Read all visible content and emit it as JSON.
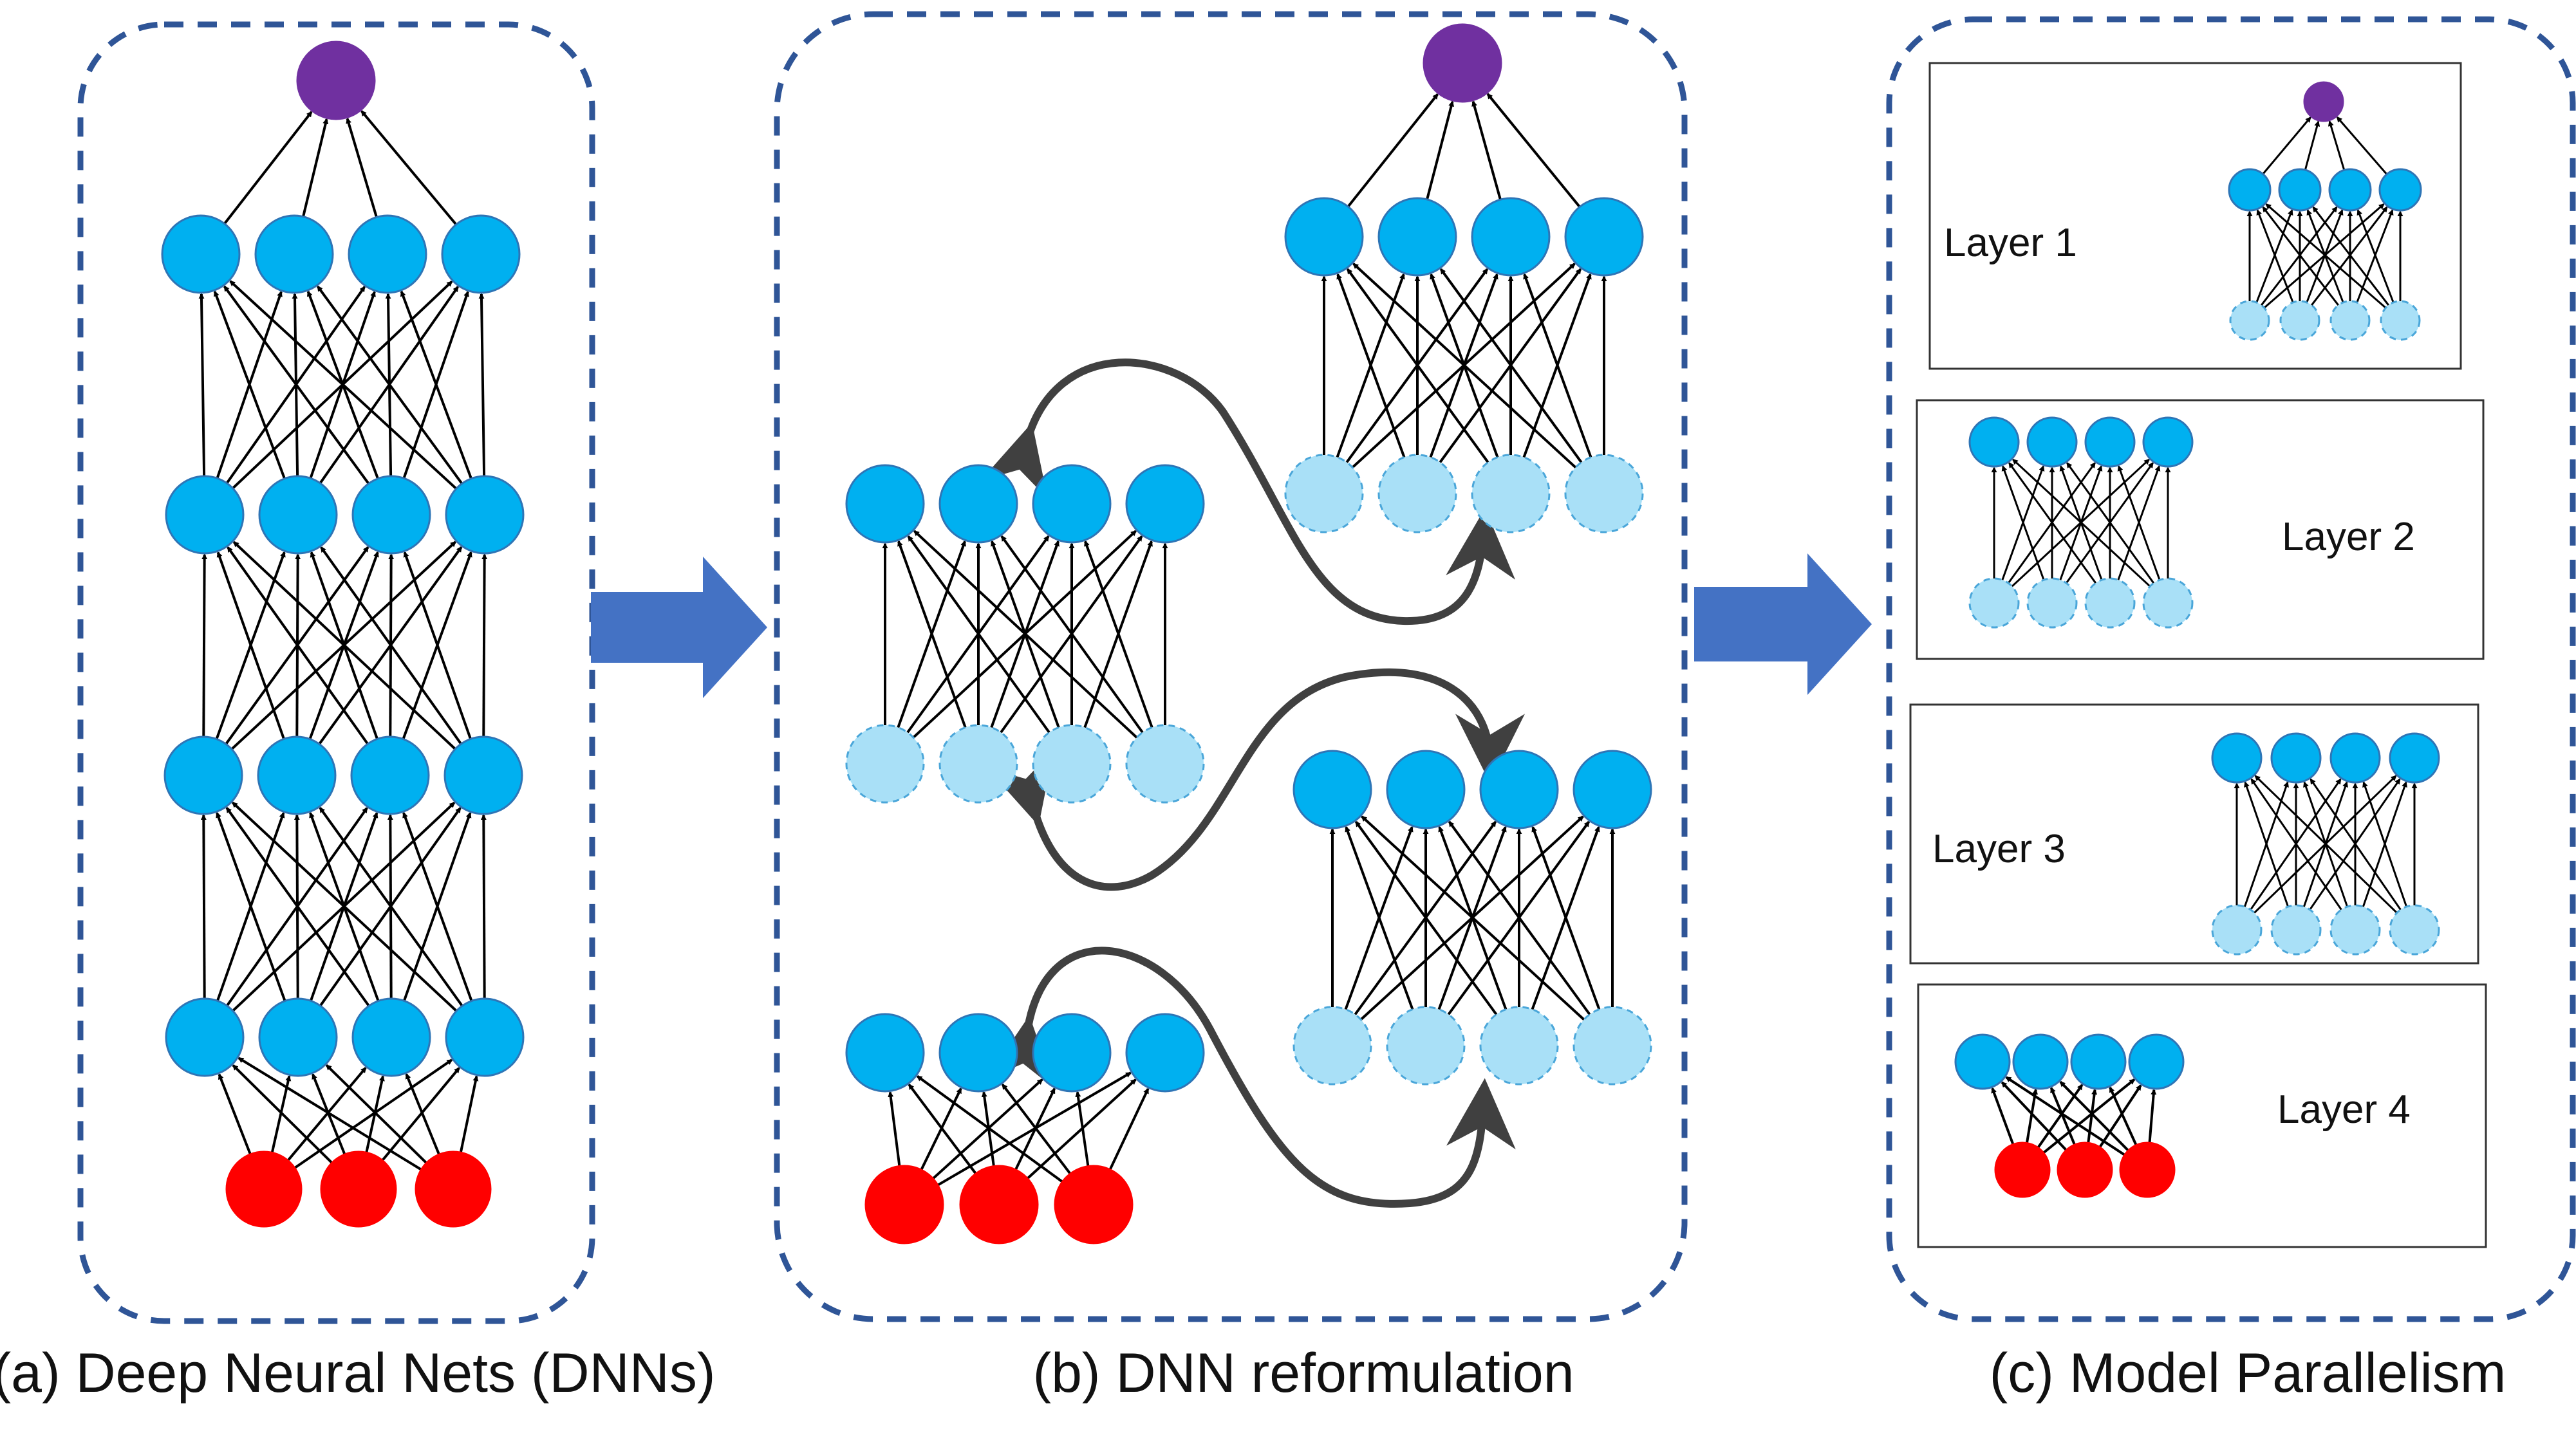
{
  "captions": {
    "a": "(a) Deep Neural Nets (DNNs)",
    "b": "(b) DNN reformulation",
    "c": "(c) Model Parallelism"
  },
  "layer_labels": [
    "Layer  1",
    "Layer 2",
    "Layer 3",
    "Layer 4"
  ],
  "colors": {
    "panel_border": "#2F5597",
    "output_node": "#7030A0",
    "hidden_node": "#00B0F0",
    "hidden_node_stroke": "#2E75B6",
    "ghost_node": "#A9E0F7",
    "ghost_node_stroke": "#4AA6D9",
    "input_node": "#FF0000",
    "block_arrow": "#4472C4",
    "curve_arrow": "#404040",
    "edge": "#000000"
  }
}
